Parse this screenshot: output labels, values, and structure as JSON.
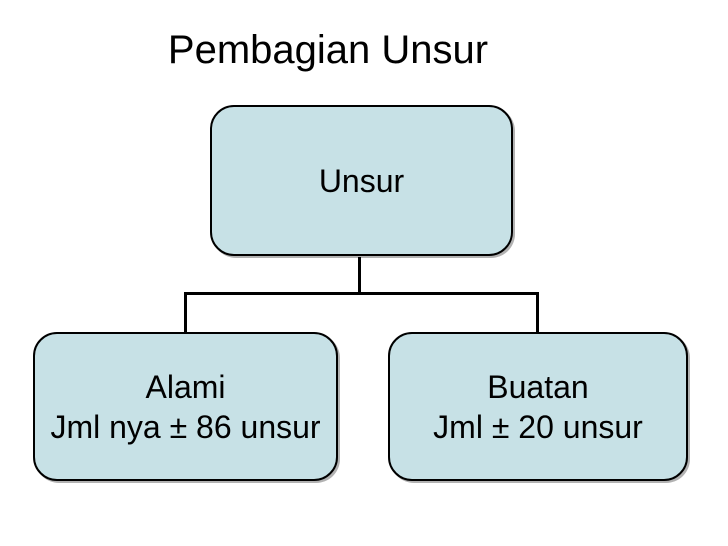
{
  "slide": {
    "title": "Pembagian Unsur",
    "colors": {
      "background": "#ffffff",
      "title_text": "#000000",
      "box_fill": "#c7e1e6",
      "box_border": "#000000",
      "box_text": "#000000",
      "connector": "#000000"
    },
    "diagram": {
      "root": {
        "label": "Unsur"
      },
      "children": [
        {
          "line1": "Alami",
          "line2": "Jml nya ± 86 unsur"
        },
        {
          "line1": "Buatan",
          "line2": "Jml ± 20 unsur"
        }
      ]
    }
  }
}
